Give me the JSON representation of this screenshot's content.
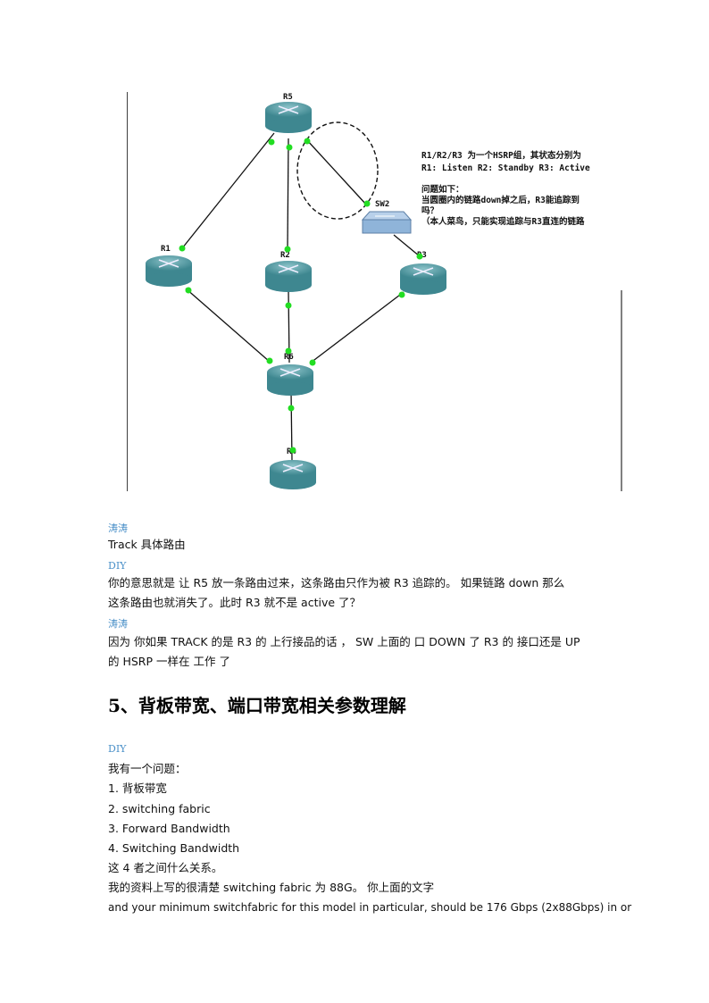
{
  "figure": {
    "routers": {
      "r5": "R5",
      "r1": "R1",
      "r2": "R2",
      "r3": "R3",
      "r6": "R6",
      "r4": "R4"
    },
    "switch": "SW2",
    "annotation": [
      "R1/R2/R3 为一个HSRP组，其状态分别为",
      "R1: Listen R2: Standby R3: Active",
      "问题如下：",
      "当圆圈内的链路down掉之后，R3能追踪到",
      "吗？",
      "（本人菜鸟，只能实现追踪与R3直连的链路"
    ],
    "colors": {
      "router": "#4f9aa3",
      "link_dot": "#22dd22",
      "switch": "#8fb4d9"
    }
  },
  "dialog": [
    {
      "speaker": "涛涛",
      "lines": [
        "Track  具体路由"
      ]
    },
    {
      "speaker": "DIY",
      "lines": [
        "你的意思就是 让 R5  放一条路由过来，这条路由只作为被 R3 追踪的。 如果链路 down  那么",
        "这条路由也就消失了。此时 R3 就不是 active 了？"
      ]
    },
    {
      "speaker": "涛涛",
      "lines": [
        "因为  你如果 TRACK 的是 R3 的 上行接品的话 ， SW 上面的 口 DOWN  了  R3 的 接口还是 UP",
        "的 HSRP 一样在 工作 了"
      ]
    }
  ],
  "section": {
    "heading": "5、背板带宽、端口带宽相关参数理解",
    "speaker": "DIY",
    "lines": [
      "我有一个问题：",
      "1. 背板带宽",
      "2. switching fabric",
      "3. Forward Bandwidth",
      "4. Switching Bandwidth",
      "这 4 者之间什么关系。",
      "我的资料上写的很清楚 switching fabric 为 88G。 你上面的文字",
      "and your minimum switchfabric for this model in particular, should be 176 Gbps (2x88Gbps) in or"
    ]
  }
}
